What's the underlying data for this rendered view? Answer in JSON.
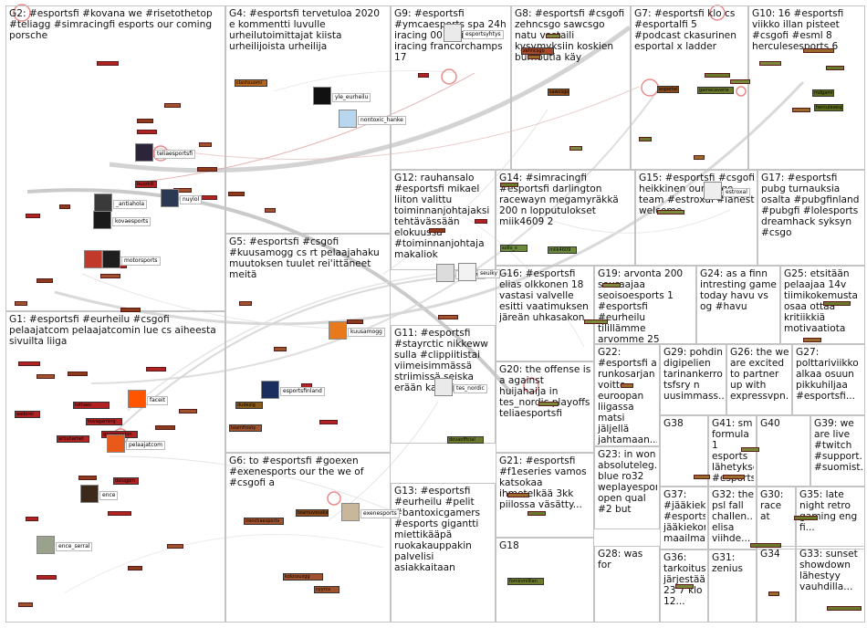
{
  "graph": {
    "groups": [
      {
        "id": "G2",
        "label": "G2: #esportsfi #kovana we #risetothetop #teliagg #simracingfi esports our coming porsche"
      },
      {
        "id": "G4",
        "label": "G4: #esportsfi tervetuloa 2020 e kommentti luvulle urheilutoimittajat kiista urheilijoista urheilija"
      },
      {
        "id": "G9",
        "label": "G9: #esportsfi #ymcaesports spa 24h iracing 00 striimilinkit iracing francorchamps 17"
      },
      {
        "id": "G8",
        "label": "G8: #esportsfi #csgofi zehncsgo sawcsgo natu vastaili kysymyksiin koskien burnoutia käy"
      },
      {
        "id": "G7",
        "label": "G7: #esportsfi klo cs #esportalfi 5 #podcast ckasurinen esportal x ladder"
      },
      {
        "id": "G10",
        "label": "G10: 16 #esportsfi viikko illan pisteet #csgofi #esml 8 herculesesports 6"
      },
      {
        "id": "G12",
        "label": "G12: rauhansalo #esportsfi mikael liiton valittu toiminnanjohtajaksi tehtävässään elokuussa #toiminnanjohtaja makaliok"
      },
      {
        "id": "G14",
        "label": "G14: #simracingfi #esportsfi darlington racewayn megamyräkkä 200 n lopputulokset miik4609 2"
      },
      {
        "id": "G15",
        "label": "G15: #esportsfi #csgofi heikkinen our cs go team #estroxal #lahest welcome"
      },
      {
        "id": "G17",
        "label": "G17: #esportsfi pubg turnauksia osalta #pubgfinland #pubgfi #lolesports dreamhack syksyn #csgo"
      },
      {
        "id": "G5",
        "label": "G5: #esportsfi #csgofi #kuusamogg cs rt pelaajahaku muutoksen tuulet rei'ittäneet meitä"
      },
      {
        "id": "G16",
        "label": "G16: #esportsfi elias olkkonen 18 vastasi valvelle esitti vaatimuksen järeän uhkasakon"
      },
      {
        "id": "G19",
        "label": "G19: arvonta 200 seuraajaa seoisoesports 1 #esportsfi #eurheilu tilillämme arvomme 25"
      },
      {
        "id": "G24",
        "label": "G24: as a finn intresting game today havu vs og #havu"
      },
      {
        "id": "G25",
        "label": "G25: etsitään pelaajaa 14v tiimikokemusta osaa ottaa kritiikkiä motivaatiota"
      },
      {
        "id": "G11",
        "label": "G11: #esportsfi #stayrctic nikkeww sulla #clippiitistai viimeisimmässä striimissä seiska erään katsojan"
      },
      {
        "id": "G22",
        "label": "G22: #esportsfi a runkosarjan voitto euroopan liigassa matsi jäljellä jahtamaan..."
      },
      {
        "id": "G29",
        "label": "G29: pohdin digipelien tarinankerro tsfsry n uusimmass..."
      },
      {
        "id": "G26",
        "label": "G26: the we are excited to partner up with expressvpn..."
      },
      {
        "id": "G27",
        "label": "G27: polttariviikko alkaa osuun pikkuhiljaa #esportsfi..."
      },
      {
        "id": "G1",
        "label": "G1: #esportsfi #eurheilu #csgofi pelaajatcom pelaajatcomin lue cs aiheesta sivuilta liiga"
      },
      {
        "id": "G20",
        "label": "G20: the offense is a against huijahaija in tes_nordic playoffs teliaesportsfi"
      },
      {
        "id": "G23",
        "label": "G23: in won absoluteleg... blue ro32 weplayesport open qual #2 but"
      },
      {
        "id": "G38",
        "label": "G38"
      },
      {
        "id": "G41",
        "label": "G41: sm formula 1 esports lähetykset #esports..."
      },
      {
        "id": "G40",
        "label": "G40"
      },
      {
        "id": "G39",
        "label": "G39: we are live #twitch #support... #suomist..."
      },
      {
        "id": "G6",
        "label": "G6: to #esportsfi #goexen #exenesports our the we of #csgofi a"
      },
      {
        "id": "G21",
        "label": "G21: #esportsfi #f1eseries vamos katsokaa ihmetelkää 3kk piilossa väsätty..."
      },
      {
        "id": "G37",
        "label": "G37: #jääkiek... #esportsfi jääkiekon maailma..."
      },
      {
        "id": "G32",
        "label": "G32: the psl fall challen... elisa viihde..."
      },
      {
        "id": "G30",
        "label": "G30: race at"
      },
      {
        "id": "G35",
        "label": "G35: late night retro gaming eng fi..."
      },
      {
        "id": "G13",
        "label": "G13: #esportsfi #eurheilu #pelit #bantoxicgamers #esports gigantti miettikääpä ruokakauppakin palvelisi asiakkaitaan"
      },
      {
        "id": "G18",
        "label": "G18"
      },
      {
        "id": "G28",
        "label": "G28: was for"
      },
      {
        "id": "G36",
        "label": "G36: tarkoitus järjestää 23 7 klo 12..."
      },
      {
        "id": "G31",
        "label": "G31: zenius"
      },
      {
        "id": "G34",
        "label": "G34"
      },
      {
        "id": "G33",
        "label": "G33: sunset showdown lähestyy vauhdilla..."
      }
    ],
    "labeled_nodes": [
      {
        "label": "teliaesportsfi",
        "color": "#2c2438",
        "icon": "crest-avatar"
      },
      {
        "label": "kovaesports",
        "color": "#1a1a1a",
        "icon": "logo-avatar"
      },
      {
        "label": "nuylol",
        "color": "#2b3a52",
        "icon": "logo-avatar"
      },
      {
        "label": "_antiahola",
        "color": "#3a3a3a",
        "icon": "person-avatar"
      },
      {
        "label": "iracing",
        "color": "#c0392b",
        "icon": "brand-avatar"
      },
      {
        "label": "motorsports",
        "color": "#1e1e1e",
        "icon": "brand-avatar"
      },
      {
        "label": "yle_eurheilu",
        "color": "#111111",
        "icon": "logo-avatar"
      },
      {
        "label": "nontoxic_hanke",
        "color": "#b8d6ee",
        "icon": "logo-avatar"
      },
      {
        "label": "kuusamogg",
        "color": "#e87a1e",
        "icon": "logo-avatar"
      },
      {
        "label": "esportsfinland",
        "color": "#1b2c5e",
        "icon": "brand-avatar"
      },
      {
        "label": "makaliok",
        "color": "#dcdcdc",
        "icon": "game-avatar"
      },
      {
        "label": "seuiky",
        "color": "#f2f2f2",
        "icon": "logo-avatar"
      },
      {
        "label": "faceit",
        "color": "#ff5500",
        "icon": "brand-avatar"
      },
      {
        "label": "pelaajatcom",
        "color": "#e8591a",
        "icon": "brand-avatar"
      },
      {
        "label": "ence",
        "color": "#3b2a1a",
        "icon": "crest-avatar"
      },
      {
        "label": "ence_serral",
        "color": "#9aa28e",
        "icon": "person-avatar"
      },
      {
        "label": "exenesports",
        "color": "#c9b79c",
        "icon": "person-avatar"
      },
      {
        "label": "estroxal",
        "color": "#eeeeee",
        "icon": "logo-avatar"
      },
      {
        "label": "esportsyhtys",
        "color": "#eaeaea",
        "icon": "logo-avatar"
      },
      {
        "label": "tes_nordic",
        "color": "#eaeaea",
        "icon": "logo-avatar"
      }
    ],
    "small_nodes": [
      {
        "label": "clashsuomi",
        "color": "#b5651d"
      },
      {
        "label": "zehncsgo",
        "color": "#a84a2a"
      },
      {
        "label": "esportal",
        "color": "#8a4a1a"
      },
      {
        "label": "gamecaverie",
        "color": "#6b7a2a"
      },
      {
        "label": "herculesesports",
        "color": "#5a6b1a"
      },
      {
        "label": "mdgaming",
        "color": "#5a6b1a"
      },
      {
        "label": "buzzkill",
        "color": "#b22222"
      },
      {
        "label": "dudezig",
        "color": "#8a5a1a"
      },
      {
        "label": "teamfrosty",
        "color": "#a0522d"
      },
      {
        "label": "kolossusgg",
        "color": "#a0522d"
      },
      {
        "label": "cyyrcs",
        "color": "#a0522d"
      },
      {
        "label": "ironchaesports",
        "color": "#a0522d"
      },
      {
        "label": "teamuvesaka",
        "color": "#8a4a1a"
      },
      {
        "label": "aadorei",
        "color": "#b22222"
      },
      {
        "label": "tottaes",
        "color": "#b22222"
      },
      {
        "label": "artluhamet",
        "color": "#b22222"
      },
      {
        "label": "gamemodon",
        "color": "#b22222"
      },
      {
        "label": "kovagaming",
        "color": "#b22222"
      },
      {
        "label": "dalugpm",
        "color": "#b22222"
      },
      {
        "label": "miik4609",
        "color": "#6b8a3a"
      },
      {
        "label": "sollo_s",
        "color": "#6b8a3a"
      },
      {
        "label": "dovaofficial",
        "color": "#6b7a2a"
      },
      {
        "label": "fominmillian",
        "color": "#6b7a2a"
      },
      {
        "label": "sawcsgo",
        "color": "#8a4a1a"
      }
    ]
  }
}
